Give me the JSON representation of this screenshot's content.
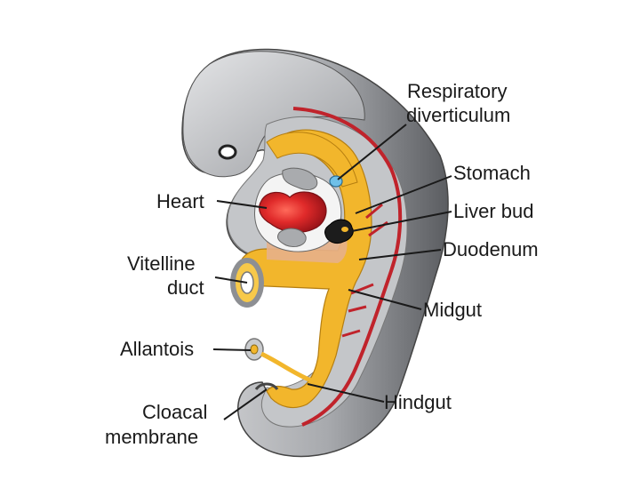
{
  "colors": {
    "outer_body": "#8d8f93",
    "outer_body_light": "#c9cbce",
    "inner_body": "#b8babd",
    "endoderm_yellow": "#f2b62c",
    "yolk_light": "#f7c94a",
    "vessel_red": "#c0232b",
    "heart_red": "#d8232a",
    "liver_black": "#1c1c1c",
    "resp_blue": "#6fc0e8",
    "mesenchyme_pink": "#e7b08a"
  },
  "labels": {
    "respiratory_line1": "Respiratory",
    "respiratory_line2": "diverticulum",
    "stomach": "Stomach",
    "liver_bud": "Liver bud",
    "duodenum": "Duodenum",
    "midgut": "Midgut",
    "hindgut": "Hindgut",
    "heart": "Heart",
    "vitelline_line1": "Vitelline",
    "vitelline_line2": "duct",
    "allantois": "Allantois",
    "cloacal_line1": "Cloacal",
    "cloacal_line2": "membrane"
  }
}
